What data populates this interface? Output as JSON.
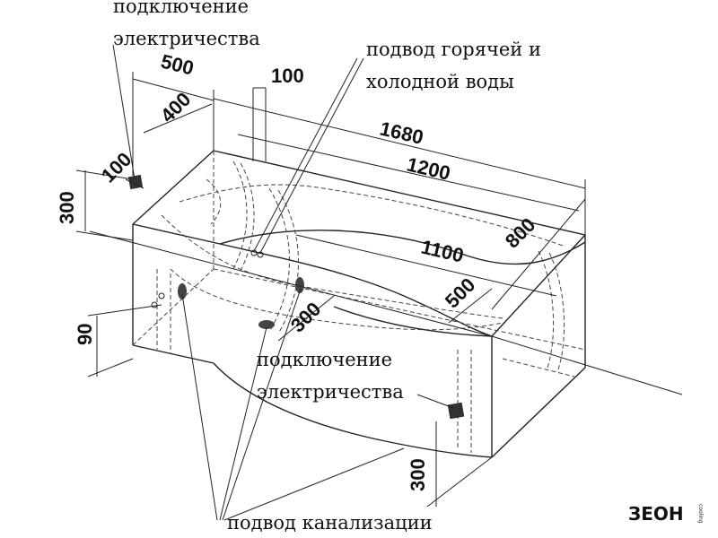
{
  "labels": {
    "electric_top_line1": "подключение",
    "electric_top_line2": "электричества",
    "water_line1": "подвод горячей и",
    "water_line2": "холодной воды",
    "electric_mid_line1": "подключение",
    "electric_mid_line2": "электричества",
    "drain": "подвод канализации"
  },
  "dimensions": {
    "d500_top": "500",
    "d400": "400",
    "d100_left": "100",
    "d100_top": "100",
    "d1680": "1680",
    "d1200": "1200",
    "d800": "800",
    "d1100": "1100",
    "d500_right": "500",
    "d300_left": "300",
    "d300_mid": "300",
    "d90": "90",
    "d300_bottom": "300"
  },
  "logo": {
    "text": "ЗЕОН",
    "vertical_text": "cooling"
  }
}
